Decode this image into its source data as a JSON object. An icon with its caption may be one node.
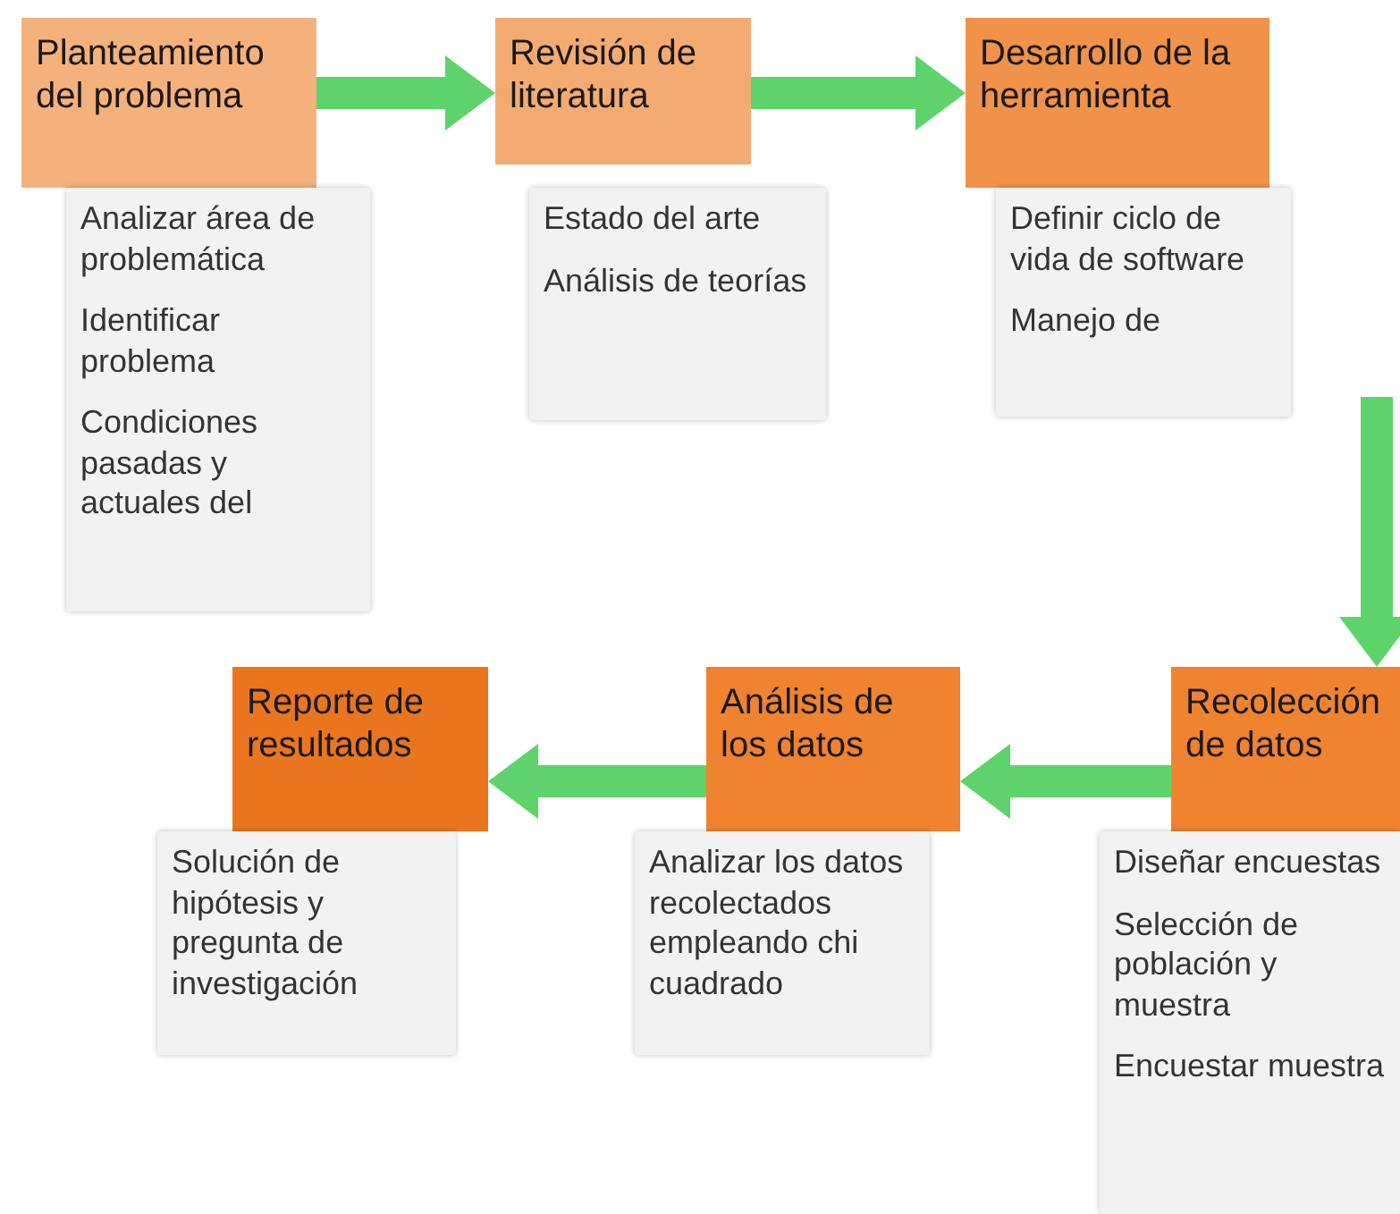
{
  "diagram": {
    "nodes": [
      {
        "text": [
          "Planteamiento del problema"
        ]
      },
      {
        "text": [
          "Analizar área de problemática",
          "Identificar problema",
          "Condiciones pasadas y actuales del"
        ]
      },
      {
        "text": [
          "Revisión de literatura"
        ]
      },
      {
        "text": [
          "Estado del arte",
          "Análisis de teorías"
        ]
      },
      {
        "text": [
          "Desarrollo de la herramienta"
        ]
      },
      {
        "text": [
          "Definir ciclo de vida de software",
          "Manejo de"
        ]
      },
      {
        "text": [
          "Reporte de resultados"
        ]
      },
      {
        "text": [
          "Solución de hipótesis y pregunta de investigación"
        ]
      },
      {
        "text": [
          "Análisis de los datos"
        ]
      },
      {
        "text": [
          "Analizar los datos recolectados empleando chi cuadrado"
        ]
      },
      {
        "text": [
          "Recolección de datos"
        ]
      },
      {
        "text": [
          "Diseñar encuestas",
          "Selección de población y muestra",
          "Encuestar muestra"
        ]
      }
    ],
    "edges": [
      {
        "from": 0,
        "to": 2,
        "arrow": "to"
      },
      {
        "from": 2,
        "to": 4,
        "arrow": "to"
      },
      {
        "from": null,
        "to": 10,
        "arrow": "to"
      },
      {
        "from": 10,
        "to": 8,
        "arrow": "to"
      },
      {
        "from": 8,
        "to": 6,
        "arrow": "to"
      }
    ]
  }
}
